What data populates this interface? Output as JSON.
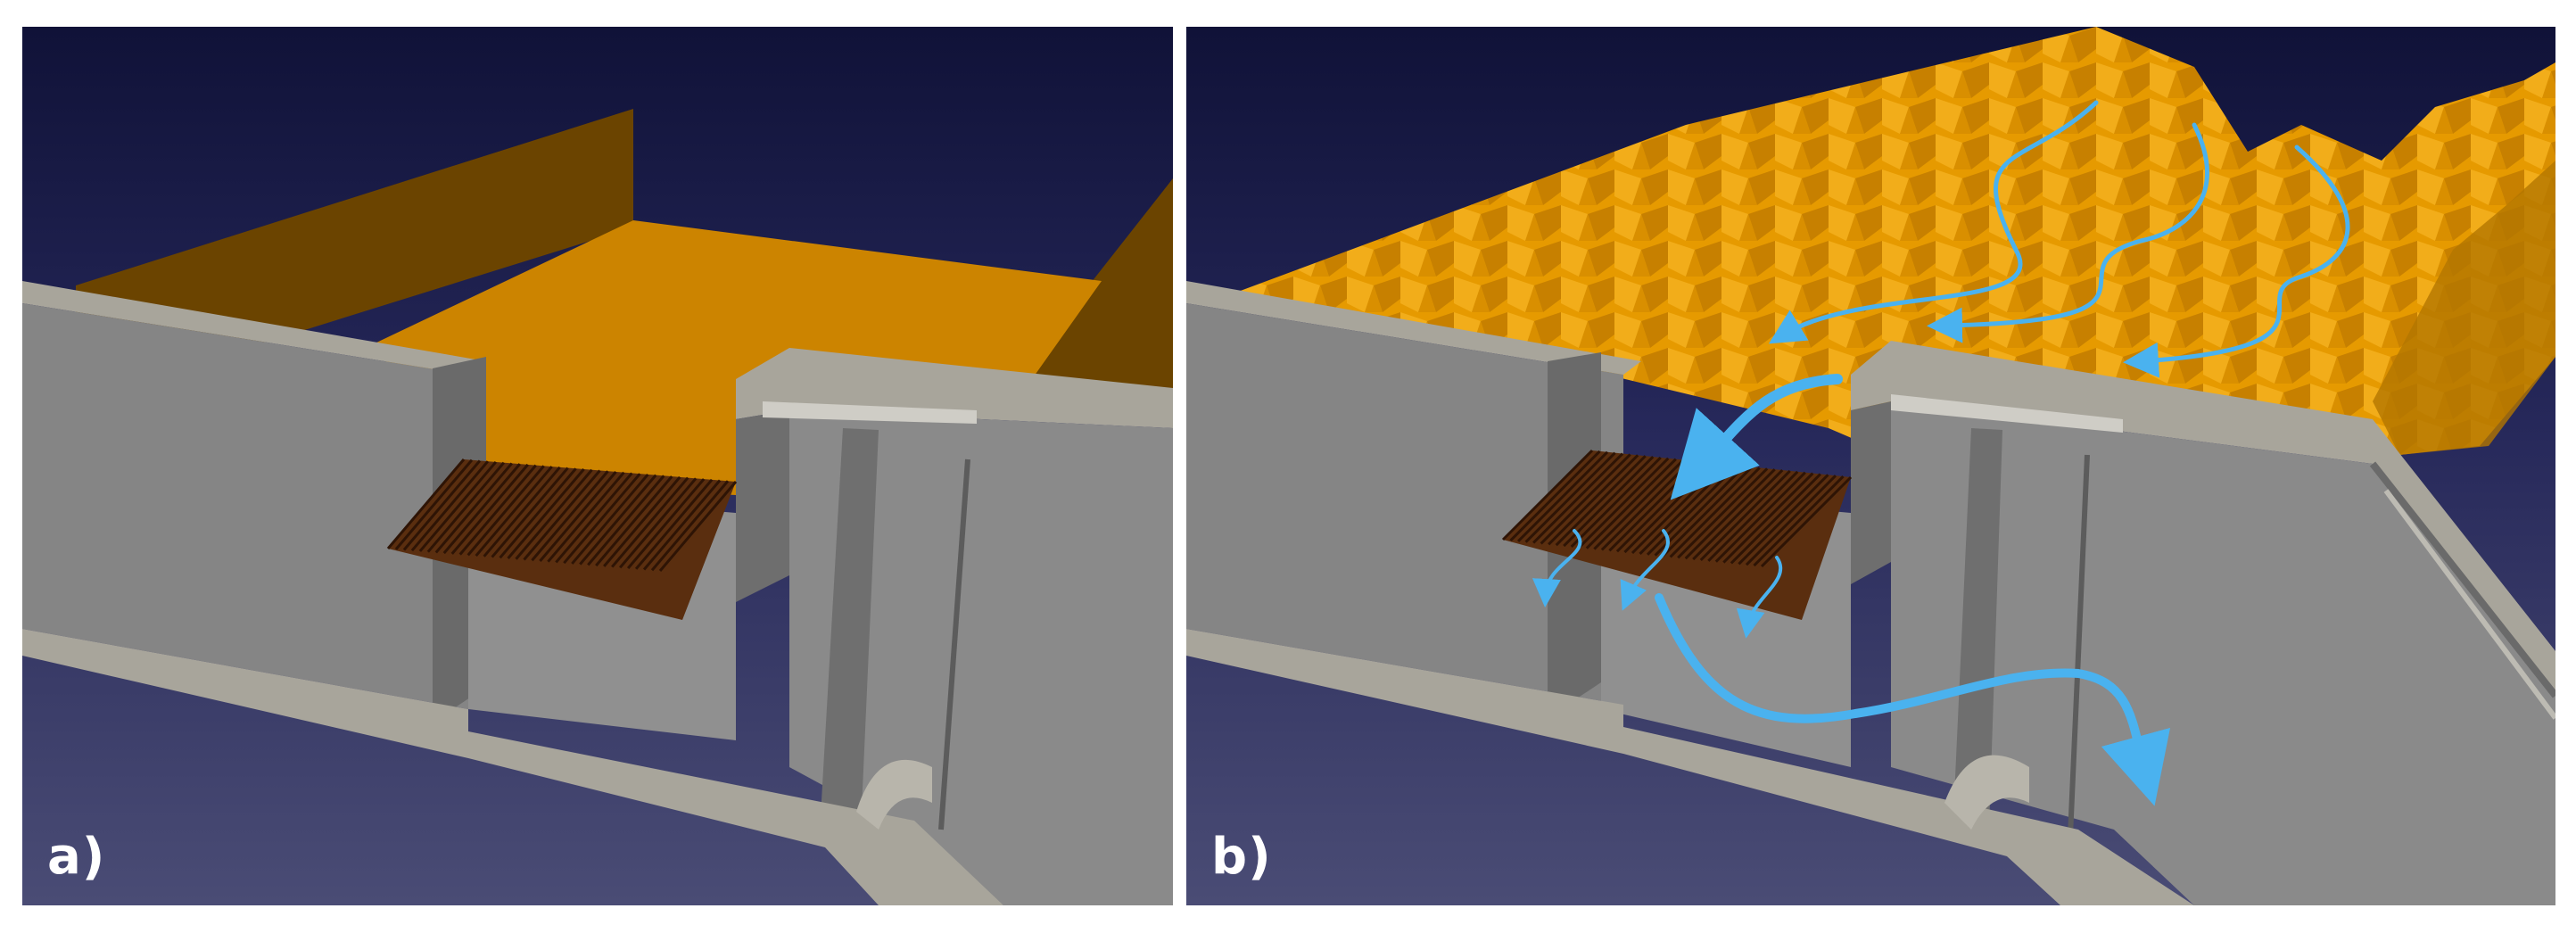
{
  "panels": [
    {
      "id": "a",
      "label": "a)"
    },
    {
      "id": "b",
      "label": "b)"
    }
  ],
  "colors": {
    "background_top": "#101238",
    "background_bottom": "#4a4c75",
    "sediment": "#cc8400",
    "sediment_side": "#6b4400",
    "wall_top": "#a8a59b",
    "wall_face": "#808080",
    "wall_shadow": "#666666",
    "screen_rack": "#5a2e0f",
    "flow_arrows": "#4ab2ef"
  },
  "icons": [
    "flow-arrow-icon"
  ]
}
